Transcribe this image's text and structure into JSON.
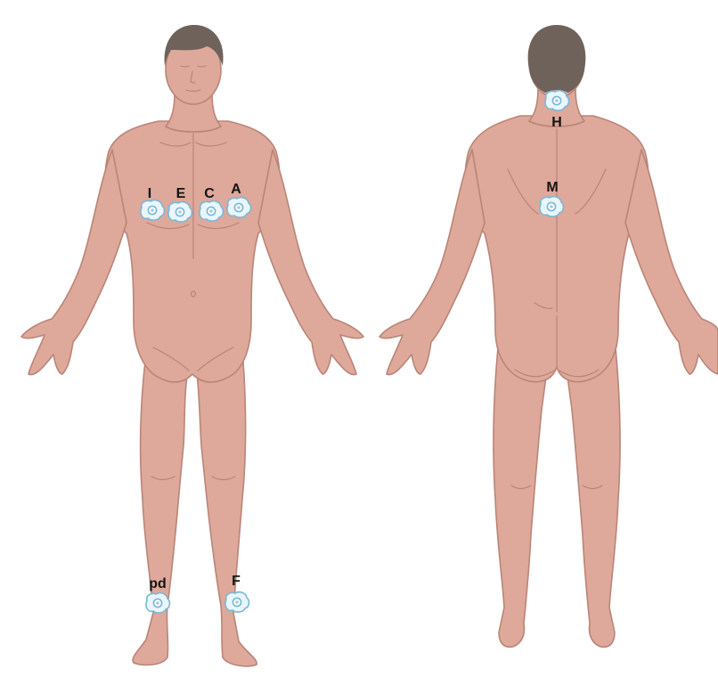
{
  "colors": {
    "skin": "#dea89a",
    "skin_line": "#b98578",
    "hair": "#6f625b",
    "electrode_fill": "#e9f6fc",
    "electrode_line": "#7ab7d6",
    "electrode_center": "#9ccde6",
    "label": "#141414"
  },
  "front_view": {
    "electrodes": [
      {
        "id": "I",
        "label": "I"
      },
      {
        "id": "E",
        "label": "E"
      },
      {
        "id": "C",
        "label": "C"
      },
      {
        "id": "A",
        "label": "A"
      },
      {
        "id": "pd",
        "label": "pd"
      },
      {
        "id": "F",
        "label": "F"
      }
    ]
  },
  "back_view": {
    "electrodes": [
      {
        "id": "H",
        "label": "H"
      },
      {
        "id": "M",
        "label": "M"
      }
    ]
  },
  "icons": {
    "figure": "human-body-icon",
    "electrode": "electrode-pad-icon"
  }
}
